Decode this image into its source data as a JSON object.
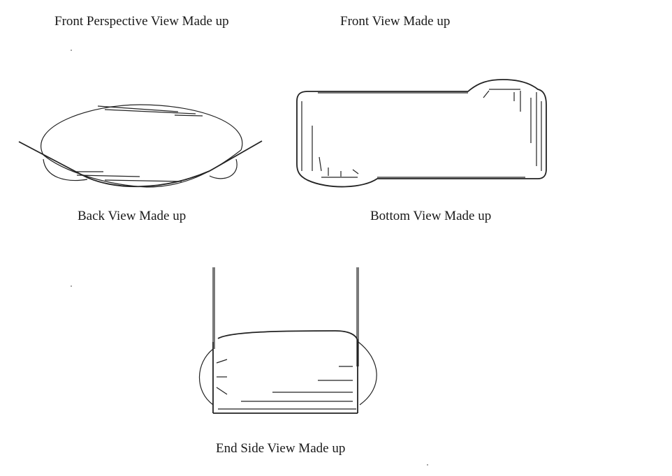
{
  "labels": {
    "front_perspective": "Front Perspective View Made up",
    "front": "Front View Made up",
    "back": "Back View Made up",
    "bottom": "Bottom View Made up",
    "end_side": "End Side View Made up"
  }
}
